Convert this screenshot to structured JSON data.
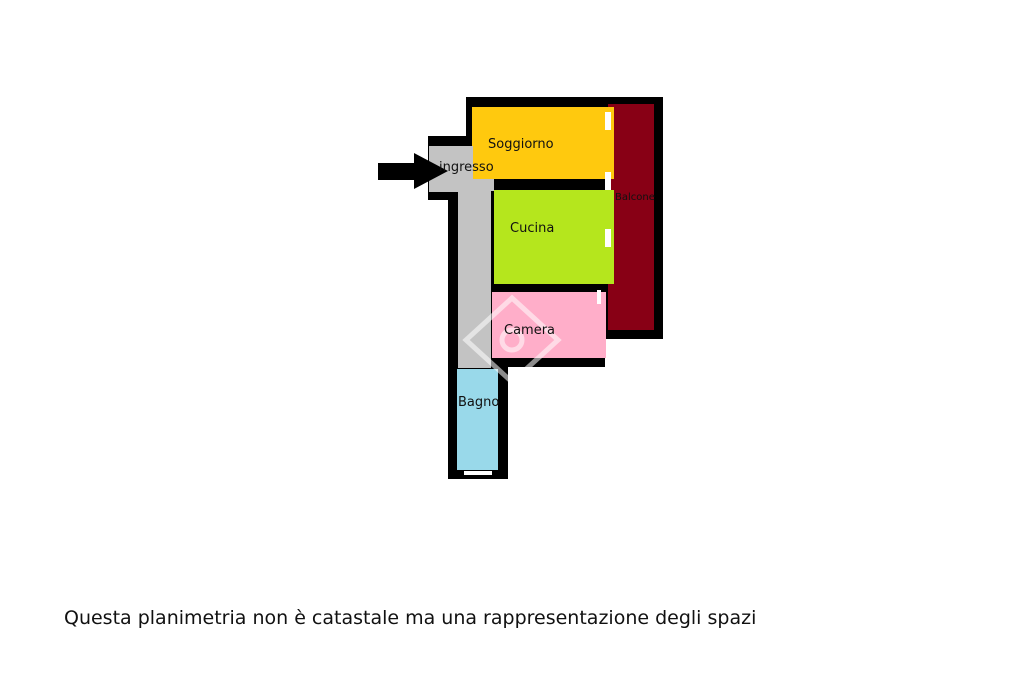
{
  "rooms": {
    "soggiorno": {
      "label": "Soggiorno",
      "color": "#FFC90E"
    },
    "cucina": {
      "label": "Cucina",
      "color": "#B5E61D"
    },
    "camera": {
      "label": "Camera",
      "color": "#FFAEC9"
    },
    "bagno": {
      "label": "Bagno",
      "color": "#99D9EA"
    },
    "ingresso": {
      "label": "ingresso",
      "color": "#C3C3C3"
    },
    "balcone": {
      "label": "Balcone",
      "color": "#880015"
    }
  },
  "wall_color": "#000000",
  "entrance_arrow_icon": "arrow-right-icon",
  "disclaimer": "Questa planimetria non è catastale ma una rappresentazione degli spazi"
}
